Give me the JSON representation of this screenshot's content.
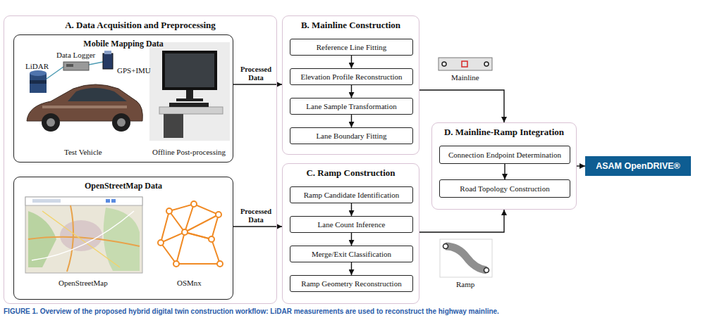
{
  "diagram": {
    "caption": "FIGURE 1. Overview of the proposed hybrid digital twin construction workflow: LiDAR measurements are used to reconstruct the highway mainline.",
    "nodes": [
      {
        "text": [
          "A. Data Acquisition and Preprocessing"
        ]
      },
      {
        "text": [
          "Mobile Mapping Data"
        ],
        "in": 0
      },
      {
        "text": [
          "OpenStreetMap Data"
        ],
        "in": 0
      },
      {
        "text": [
          "B. Mainline Construction"
        ]
      },
      {
        "text": [
          "Reference Line Fitting"
        ],
        "in": 3
      },
      {
        "text": [
          "Elevation Profile Reconstruction"
        ],
        "in": 3
      },
      {
        "text": [
          "Lane Sample Transformation"
        ],
        "in": 3
      },
      {
        "text": [
          "Lane Boundary Fitting"
        ],
        "in": 3
      },
      {
        "text": [
          "C. Ramp Construction"
        ]
      },
      {
        "text": [
          "Ramp Candidate Identification"
        ],
        "in": 8
      },
      {
        "text": [
          "Lane Count Inference"
        ],
        "in": 8
      },
      {
        "text": [
          "Merge/Exit Classification"
        ],
        "in": 8
      },
      {
        "text": [
          "Ramp Geometry Reconstruction"
        ],
        "in": 8
      },
      {
        "text": [
          "D. Mainline-Ramp Integration"
        ]
      },
      {
        "text": [
          "Connection Endpoint Determination"
        ],
        "in": 13
      },
      {
        "text": [
          "Road Topology Construction"
        ],
        "in": 13
      },
      {
        "text": [
          "ASAM OpenDRIVE®"
        ]
      }
    ],
    "edges": [
      {
        "from": 1,
        "to": 3,
        "arrow": "to",
        "label": "Processed Data"
      },
      {
        "from": 2,
        "to": 8,
        "arrow": "to",
        "label": "Processed Data"
      },
      {
        "from": 4,
        "to": 5,
        "arrow": "to"
      },
      {
        "from": 5,
        "to": 6,
        "arrow": "to"
      },
      {
        "from": 6,
        "to": 7,
        "arrow": "to"
      },
      {
        "from": 9,
        "to": 10,
        "arrow": "to"
      },
      {
        "from": 10,
        "to": 11,
        "arrow": "to"
      },
      {
        "from": 11,
        "to": 12,
        "arrow": "to"
      },
      {
        "from": 14,
        "to": 15,
        "arrow": "to"
      },
      {
        "from": 3,
        "to": 13,
        "arrow": "to"
      },
      {
        "from": 8,
        "to": 13,
        "arrow": "to"
      },
      {
        "from": 13,
        "to": 16,
        "arrow": "to"
      }
    ],
    "labels": [
      "Data Logger",
      "LiDAR",
      "GPS+IMU",
      "Test Vehicle",
      "Offline Post-processing",
      "OpenStreetMap",
      "OSMnx",
      "Mainline",
      "Ramp"
    ]
  }
}
